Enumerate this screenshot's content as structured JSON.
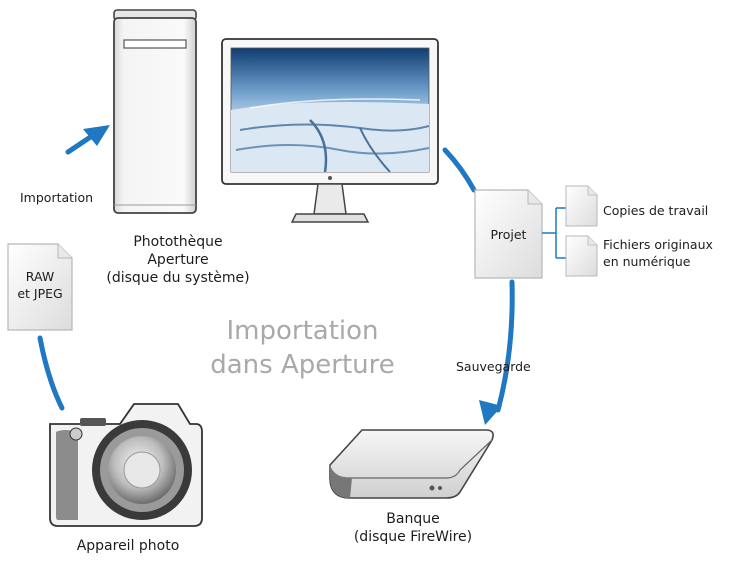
{
  "center_title": {
    "line1": "Importation",
    "line2": "dans Aperture"
  },
  "nodes": {
    "library": {
      "line1": "Photothèque",
      "line2": "Aperture",
      "line3": "(disque du système)"
    },
    "vault": {
      "line1": "Banque",
      "line2": "(disque FireWire)"
    },
    "camera": {
      "label": "Appareil photo"
    },
    "raw_file": {
      "line1": "RAW",
      "line2": "et JPEG"
    },
    "project": {
      "label": "Projet"
    },
    "versions": {
      "label": "Copies de travail"
    },
    "masters": {
      "line1": "Fichiers originaux",
      "line2": "en numérique"
    }
  },
  "arrows": {
    "import": "Importation",
    "backup": "Sauvegarde"
  },
  "colors": {
    "arrow": "#1f78c1",
    "connector": "#1f78c1",
    "title": "#a9a9a9"
  },
  "icons": [
    "computer-tower-icon",
    "monitor-icon",
    "camera-icon",
    "hard-drive-icon",
    "document-icon"
  ]
}
